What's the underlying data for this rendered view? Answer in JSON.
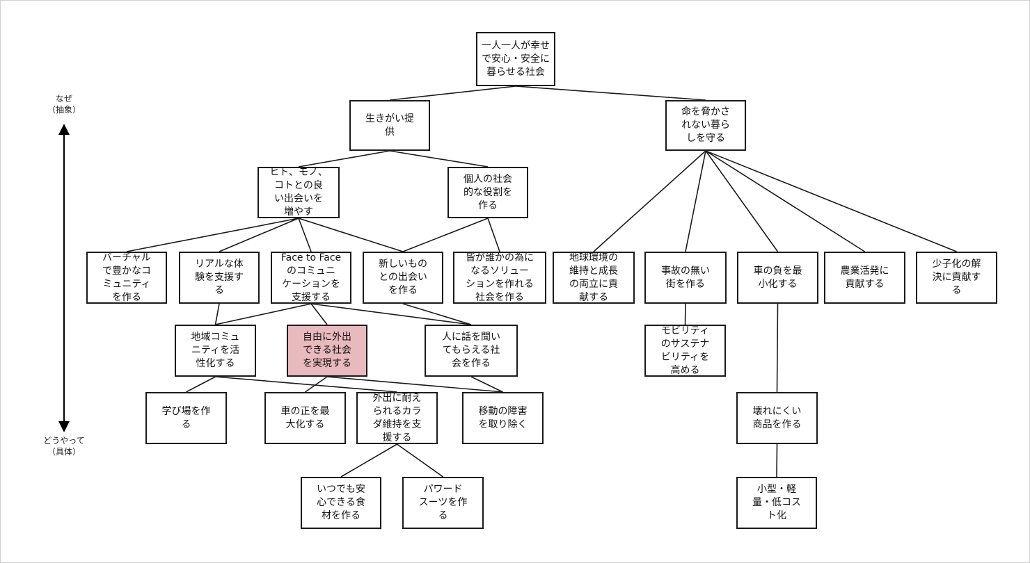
{
  "axis": {
    "top_label": "なぜ\n（抽象）",
    "bottom_label": "どうやって\n（具体）"
  },
  "colors": {
    "highlight": "#e8b9bd",
    "line": "#1a1a1a"
  },
  "nodes": [
    {
      "id": "root",
      "text": "一人一人が幸せ\nで安心・安全に\n暮らせる社会"
    },
    {
      "id": "ikigai",
      "text": "生きがい提\n供"
    },
    {
      "id": "inochi",
      "text": "命を脅かさ\nれない暮ら\nしを守る"
    },
    {
      "id": "hito",
      "text": "ヒト、モノ、\nコトとの良\nい出会いを\n増やす"
    },
    {
      "id": "kojin",
      "text": "個人の社会\n的な役割を\n作る"
    },
    {
      "id": "virtual",
      "text": "バーチャル\nで豊かなコ\nミュニティ\nを作る"
    },
    {
      "id": "real",
      "text": "リアルな体\n験を支援す\nる"
    },
    {
      "id": "face",
      "text": "Face to Face\nのコミュニ\nケーションを\n支援する"
    },
    {
      "id": "atarashii",
      "text": "新しいもの\nとの出会い\nを作る"
    },
    {
      "id": "minna",
      "text": "皆が誰かの為に\nなるソリュー\nションを作れる\n社会を作る"
    },
    {
      "id": "chikyu",
      "text": "地球環境の\n維持と成長\nの両立に貢\n献する"
    },
    {
      "id": "jiko",
      "text": "事故の無い\n街を作る"
    },
    {
      "id": "kuruma_fu",
      "text": "車の負を最\n小化する"
    },
    {
      "id": "nogyo",
      "text": "農業活発に\n貢献する"
    },
    {
      "id": "shoshika",
      "text": "少子化の解\n決に貢献す\nる"
    },
    {
      "id": "chiiki",
      "text": "地域コミュ\nニティを活\n性化する"
    },
    {
      "id": "jiyu",
      "text": "自由に外出\nできる社会\nを実現する",
      "highlight": true
    },
    {
      "id": "hanashi",
      "text": "人に話を聞い\nてもらえる社\n会を作る"
    },
    {
      "id": "mobility",
      "text": "モビリティ\nのサステナ\nビリティを\n高める"
    },
    {
      "id": "manabi",
      "text": "学び場を作\nる"
    },
    {
      "id": "kuruma_sei",
      "text": "車の正を最\n大化する"
    },
    {
      "id": "gaishutsu",
      "text": "外出に耐え\nられるカラ\nダ維持を支\n援する"
    },
    {
      "id": "ido",
      "text": "移動の障害\nを取り除く"
    },
    {
      "id": "kowareni",
      "text": "壊れにくい\n商品を作る"
    },
    {
      "id": "itsudemo",
      "text": "いつでも安\n心できる食\n材を作る"
    },
    {
      "id": "power",
      "text": "パワード\nスーツを作\nる"
    },
    {
      "id": "kogata",
      "text": "小型・軽\n量・低コス\nト化"
    }
  ],
  "edges": [
    [
      "root",
      "ikigai"
    ],
    [
      "root",
      "inochi"
    ],
    [
      "ikigai",
      "hito"
    ],
    [
      "ikigai",
      "kojin"
    ],
    [
      "hito",
      "virtual"
    ],
    [
      "hito",
      "real"
    ],
    [
      "hito",
      "face"
    ],
    [
      "hito",
      "atarashii"
    ],
    [
      "kojin",
      "atarashii"
    ],
    [
      "kojin",
      "minna"
    ],
    [
      "inochi",
      "chikyu"
    ],
    [
      "inochi",
      "jiko"
    ],
    [
      "inochi",
      "kuruma_fu"
    ],
    [
      "inochi",
      "nogyo"
    ],
    [
      "inochi",
      "shoshika"
    ],
    [
      "real",
      "chiiki"
    ],
    [
      "face",
      "chiiki"
    ],
    [
      "face",
      "jiyu"
    ],
    [
      "face",
      "hanashi"
    ],
    [
      "atarashii",
      "hanashi"
    ],
    [
      "jiko",
      "mobility"
    ],
    [
      "kuruma_fu",
      "kowareni"
    ],
    [
      "chiiki",
      "manabi"
    ],
    [
      "chiiki",
      "gaishutsu"
    ],
    [
      "jiyu",
      "kuruma_sei"
    ],
    [
      "jiyu",
      "ido"
    ],
    [
      "hanashi",
      "ido"
    ],
    [
      "gaishutsu",
      "itsudemo"
    ],
    [
      "gaishutsu",
      "power"
    ],
    [
      "kowareni",
      "kogata"
    ]
  ]
}
